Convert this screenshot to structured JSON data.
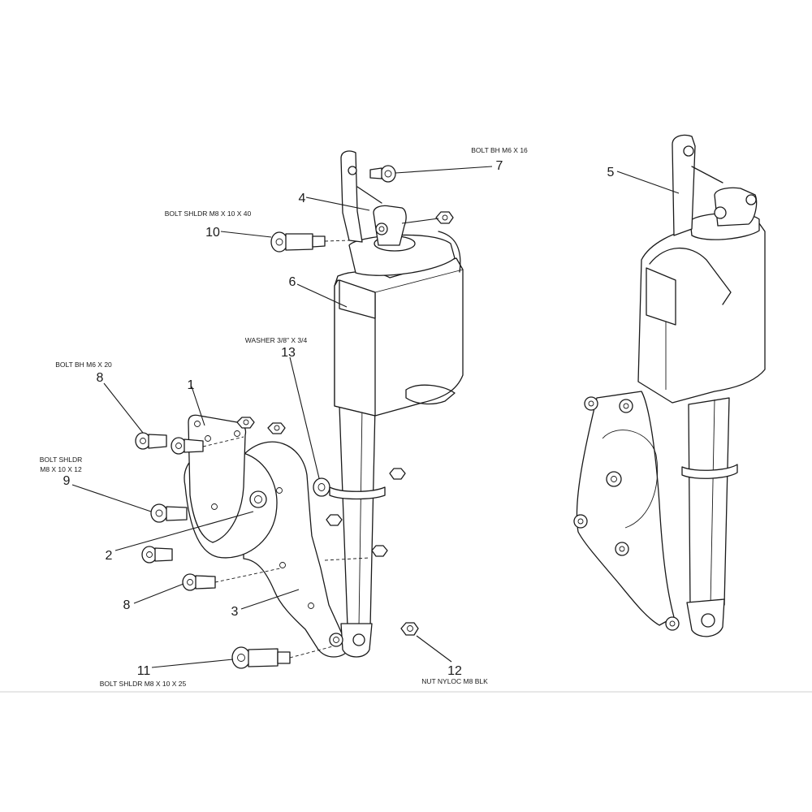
{
  "callouts": [
    {
      "id": "1",
      "number": "1",
      "caption": ""
    },
    {
      "id": "2",
      "number": "2",
      "caption": ""
    },
    {
      "id": "3",
      "number": "3",
      "caption": ""
    },
    {
      "id": "4",
      "number": "4",
      "caption": ""
    },
    {
      "id": "5",
      "number": "5",
      "caption": ""
    },
    {
      "id": "6",
      "number": "6",
      "caption": ""
    },
    {
      "id": "7",
      "number": "7",
      "caption": "BOLT BH M6 X 16"
    },
    {
      "id": "8a",
      "number": "8",
      "caption": "BOLT BH M6 X 20"
    },
    {
      "id": "8b",
      "number": "8",
      "caption": ""
    },
    {
      "id": "9",
      "number": "9",
      "caption_line1": "BOLT SHLDR",
      "caption_line2": "M8 X 10 X 12"
    },
    {
      "id": "10",
      "number": "10",
      "caption": "BOLT SHLDR M8 X 10 X 40"
    },
    {
      "id": "11",
      "number": "11",
      "caption": "BOLT SHLDR M8 X 10 X 25"
    },
    {
      "id": "12",
      "number": "12",
      "caption": "NUT NYLOC M8 BLK"
    },
    {
      "id": "13",
      "number": "13",
      "caption": "WASHER 3/8\" X 3/4"
    }
  ],
  "colors": {
    "line": "#1a1a1a",
    "background": "#ffffff",
    "rule": "#cfcfcf"
  }
}
